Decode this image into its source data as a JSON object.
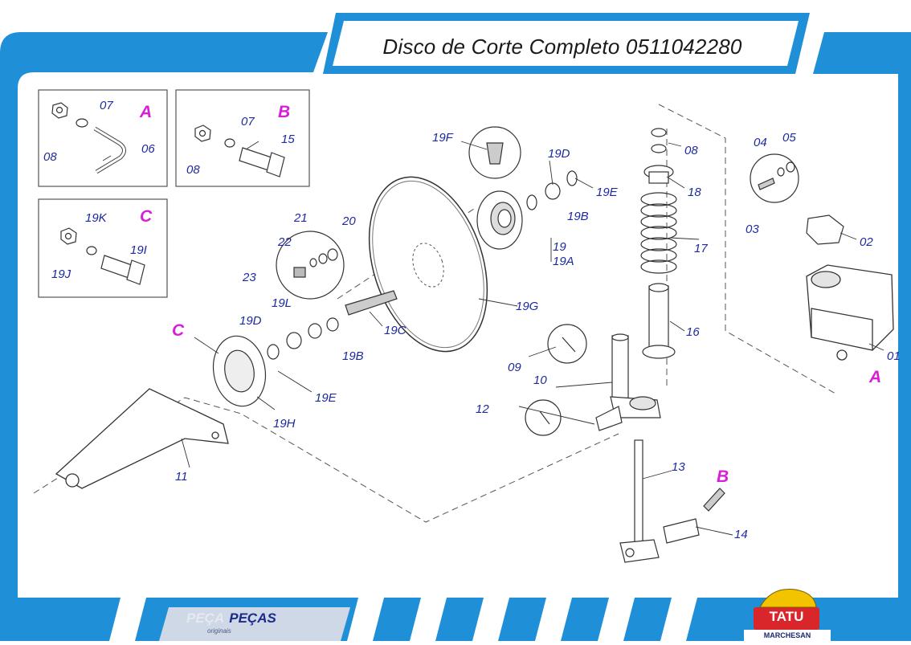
{
  "title": "Disco de Corte Completo 0511042280",
  "brand": {
    "left": "PEÇA",
    "right": "PEÇAS",
    "sub": "originais"
  },
  "logo": {
    "word": "TATU",
    "sub": "MARCHESAN"
  },
  "colors": {
    "frame_blue": "#1f8fd8",
    "label_blue": "#1f2a9c",
    "marker_magenta": "#d61fd6",
    "logo_red": "#d8262a",
    "logo_yellow": "#f2c400"
  },
  "insets": {
    "A": {
      "marker": "A",
      "labels": [
        "07",
        "08",
        "06"
      ]
    },
    "B": {
      "marker": "B",
      "labels": [
        "07",
        "08",
        "15"
      ]
    },
    "C": {
      "marker": "C",
      "labels": [
        "19K",
        "19I",
        "19J"
      ]
    }
  },
  "labels": {
    "p19F": "19F",
    "p19D_top": "19D",
    "p19E_top": "19E",
    "p19B_top": "19B",
    "p19": "19",
    "p19A": "19A",
    "p21": "21",
    "p20": "20",
    "p22": "22",
    "p23": "23",
    "p19G": "19G",
    "p19C": "19C",
    "p19L": "19L",
    "p19D_low": "19D",
    "p19B_low": "19B",
    "p19E_low": "19E",
    "p19H": "19H",
    "p08": "08",
    "p18": "18",
    "p17": "17",
    "p16": "16",
    "p04": "04",
    "p05": "05",
    "p03": "03",
    "p02": "02",
    "p01": "01",
    "p09": "09",
    "p10": "10",
    "p12": "12",
    "p11": "11",
    "p13": "13",
    "p14": "14",
    "mark_C": "C",
    "mark_A": "A",
    "mark_B": "B"
  }
}
